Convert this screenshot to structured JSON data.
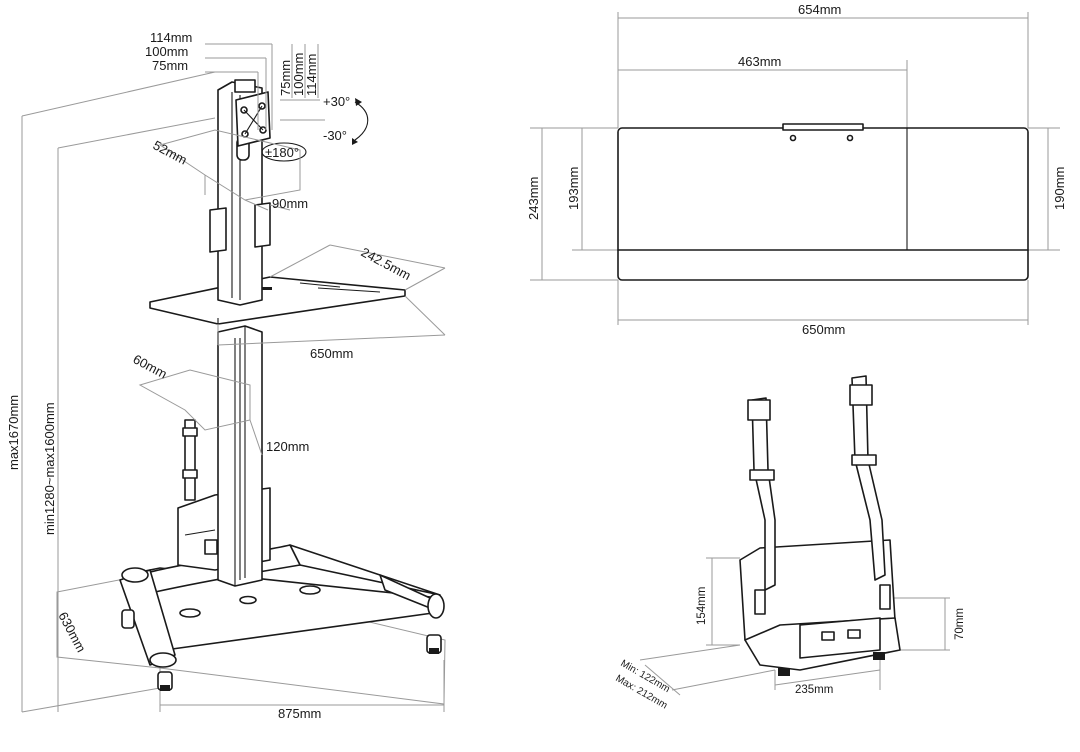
{
  "stand": {
    "vesa_114": "114mm",
    "vesa_100_h": "100mm",
    "vesa_75_h": "75mm",
    "vesa_75_v": "75mm",
    "vesa_100_v": "100mm",
    "vesa_114_v": "114mm",
    "tilt_up": "+30°",
    "tilt_down": "-30°",
    "rotate": "±180°",
    "column_depth": "52mm",
    "column_width": "90mm",
    "shelf_depth": "242.5mm",
    "shelf_width": "650mm",
    "lower_column_depth": "60mm",
    "lower_column_width": "120mm",
    "total_height": "max1670mm",
    "adjust_height": "min1280~max1600mm",
    "base_depth": "630mm",
    "base_width": "875mm"
  },
  "shelf_top": {
    "overall_width": "654mm",
    "inner_width": "463mm",
    "overall_depth": "243mm",
    "inner_depth_left": "193mm",
    "inner_depth_right": "190mm",
    "bottom_width": "650mm"
  },
  "cpu_holder": {
    "height": "154mm",
    "side_height": "70mm",
    "width": "235mm",
    "depth_min": "Min: 122mm",
    "depth_max": "Max: 212mm"
  }
}
